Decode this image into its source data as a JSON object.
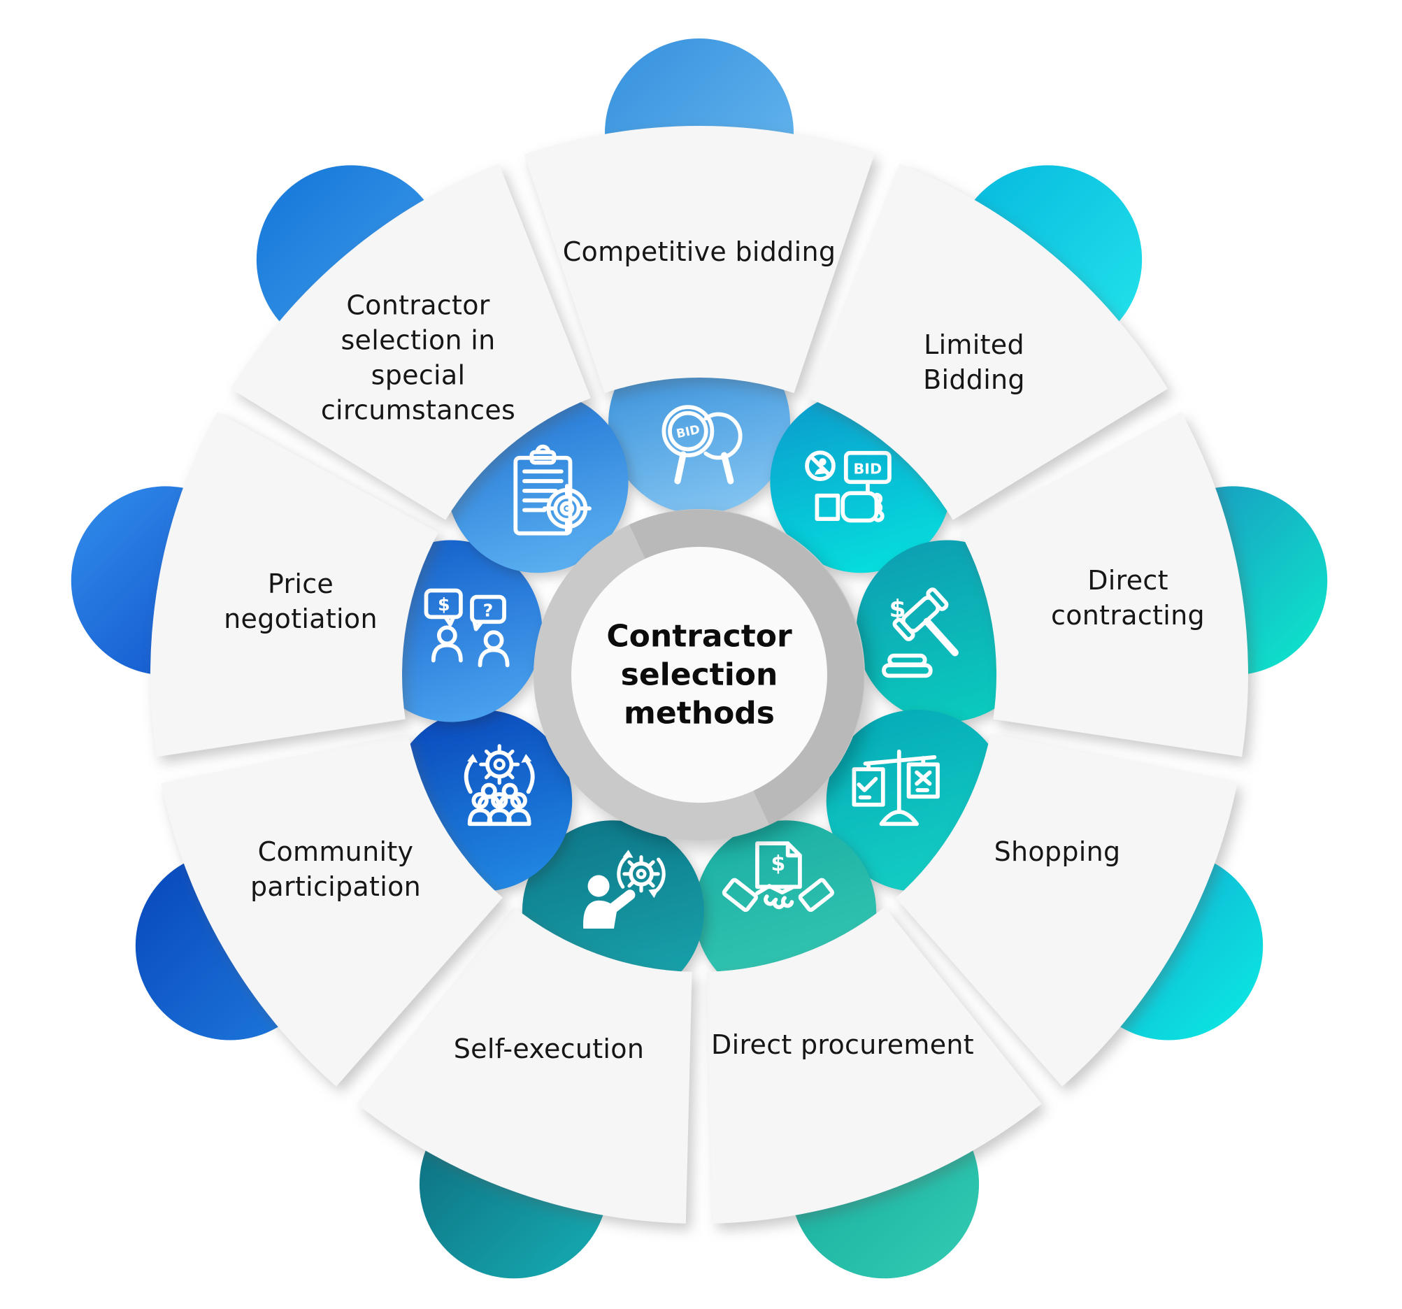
{
  "title": "Contractor selection methods",
  "wheel": {
    "wedge_color": "#f6f6f7",
    "ring_color": "#c9c9c9",
    "ring_shade": "#b9b9b9",
    "inner_circle_color": "#fafafa",
    "icon_stroke": "#ffffff"
  },
  "segments": [
    {
      "label": "Competitive bidding",
      "icon": "bid-paddles",
      "petal": [
        "#2f8ad8",
        "#85c6f2"
      ],
      "bump": [
        "#3e97e0",
        "#63b4ed"
      ]
    },
    {
      "label": "Limited Bidding",
      "icon": "no-bid-hand",
      "petal": [
        "#0a9dcd",
        "#06e0de"
      ],
      "bump": [
        "#0abfe0",
        "#1fdde9"
      ]
    },
    {
      "label": "Direct contracting",
      "icon": "gavel-dollar",
      "petal": [
        "#0d9fb2",
        "#0accbe"
      ],
      "bump": [
        "#189fc2",
        "#0fdcca"
      ]
    },
    {
      "label": "Shopping",
      "icon": "scale-check-x",
      "petal": [
        "#05acb8",
        "#15cfc4"
      ],
      "bump": [
        "#10aed2",
        "#0ce0e0"
      ]
    },
    {
      "label": "Direct procurement",
      "icon": "handshake-dollar",
      "petal": [
        "#1bafa4",
        "#37c9b3"
      ],
      "bump": [
        "#18ae9f",
        "#2ec6ae"
      ]
    },
    {
      "label": "Self-execution",
      "icon": "person-gear",
      "petal": [
        "#0e7889",
        "#18a5ad"
      ],
      "bump": [
        "#0e7384",
        "#15a3ab"
      ]
    },
    {
      "label": "Community participation",
      "icon": "community-gear",
      "petal": [
        "#0a4abc",
        "#2289e3"
      ],
      "bump": [
        "#0b4ec0",
        "#1b72d8"
      ]
    },
    {
      "label": "Price negotiation",
      "icon": "negotiation-chat",
      "petal": [
        "#1462cc",
        "#4ba3ef"
      ],
      "bump": [
        "#2c83e6",
        "#1257cd"
      ]
    },
    {
      "label": "Contractor selection in special circumstances",
      "icon": "clipboard-target",
      "petal": [
        "#1f73d4",
        "#5cb1f1"
      ],
      "bump": [
        "#1b7cdb",
        "#3e9ae9"
      ]
    }
  ]
}
